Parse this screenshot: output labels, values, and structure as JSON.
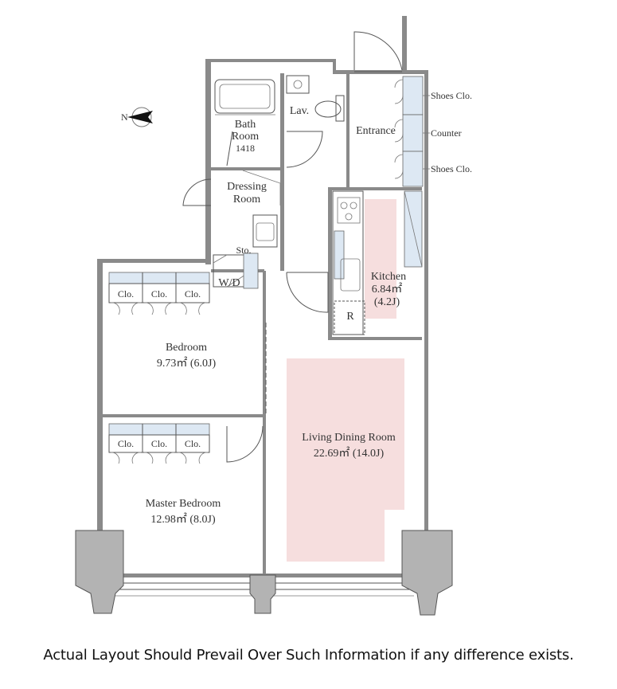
{
  "rooms": {
    "bath_line1": "Bath",
    "bath_line2": "Room",
    "bath_size": "1418",
    "lav": "Lav.",
    "entrance": "Entrance",
    "dressing_line1": "Dressing",
    "dressing_line2": "Room",
    "sto": "Sto.",
    "wd": "W/D",
    "kitchen_name": "Kitchen",
    "kitchen_area": "6.84㎡",
    "kitchen_tatami": "(4.2J)",
    "refrigerator": "R",
    "bedroom_name": "Bedroom",
    "bedroom_area": "9.73㎡ (6.0J)",
    "ldk_name": "Living Dining Room",
    "ldk_area": "22.69㎡ (14.0J)",
    "master_name": "Master Bedroom",
    "master_area": "12.98㎡ (8.0J)"
  },
  "closets": {
    "bedroom": [
      "Clo.",
      "Clo.",
      "Clo."
    ],
    "master": [
      "Clo.",
      "Clo.",
      "Clo."
    ]
  },
  "entrance_callouts": {
    "shoes_top": "Shoes Clo.",
    "counter": "Counter",
    "shoes_bottom": "Shoes Clo."
  },
  "compass": {
    "label": "N"
  },
  "disclaimer": "Actual Layout Should Prevail Over Such Information if any difference exists.",
  "colors": {
    "wall": "#8a8a8a",
    "closet_fill": "#dde8f3",
    "floor_highlight": "#f6dede"
  }
}
